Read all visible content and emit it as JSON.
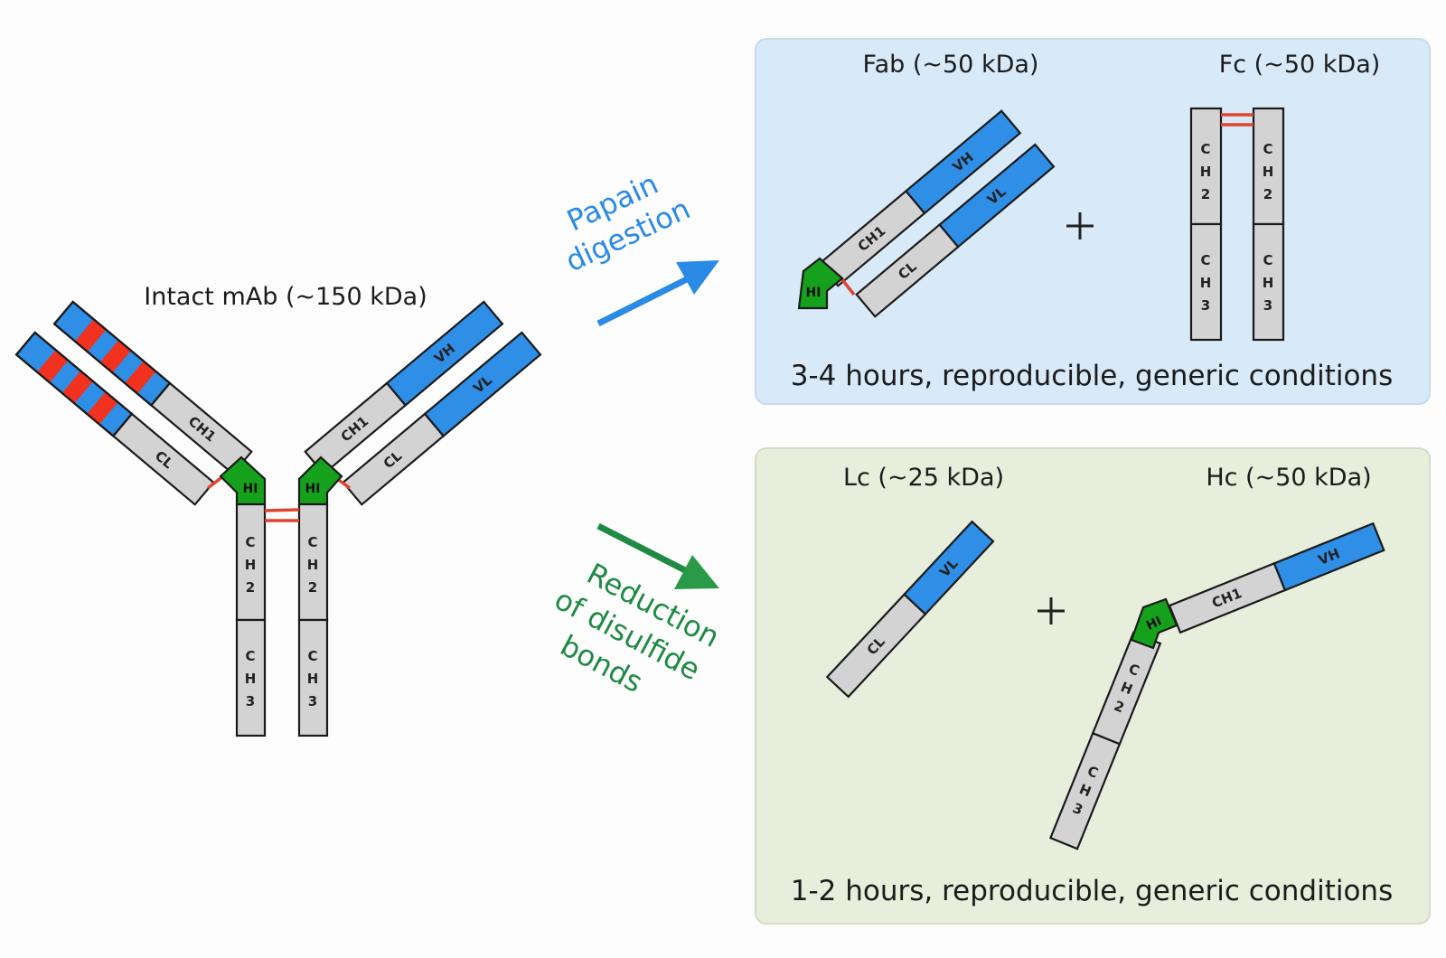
{
  "intact": {
    "title": "Intact mAb (~150 kDa)",
    "labels": {
      "ch1": "CH1",
      "cl": "CL",
      "vh": "VH",
      "vl": "VL",
      "hinge": "HI",
      "ch2": [
        "C",
        "H",
        "2"
      ],
      "ch3": [
        "C",
        "H",
        "3"
      ]
    }
  },
  "arrows": {
    "papain": {
      "line1": "Papain",
      "line2": "digestion",
      "color": "#2b8ae6"
    },
    "reduction": {
      "line1": "Reduction",
      "line2": "of disulfide",
      "line3": "bonds",
      "color": "#1f8a44"
    }
  },
  "panel_top": {
    "background": "#d8e9f8",
    "fab_title": "Fab (~50 kDa)",
    "fc_title": "Fc (~50 kDa)",
    "plus": "+",
    "footer": "3-4 hours, reproducible, generic conditions"
  },
  "panel_bottom": {
    "background": "#e7eedb",
    "lc_title": "Lc (~25 kDa)",
    "hc_title": "Hc (~50 kDa)",
    "plus": "+",
    "footer": "1-2 hours, reproducible, generic conditions"
  },
  "colors": {
    "variable_domain": "#2f8ee6",
    "constant_domain": "#d3d3d3",
    "hinge": "#16a11c",
    "disulfide_bond": "#e0442e",
    "cdr_stripe": "#f0321e"
  }
}
